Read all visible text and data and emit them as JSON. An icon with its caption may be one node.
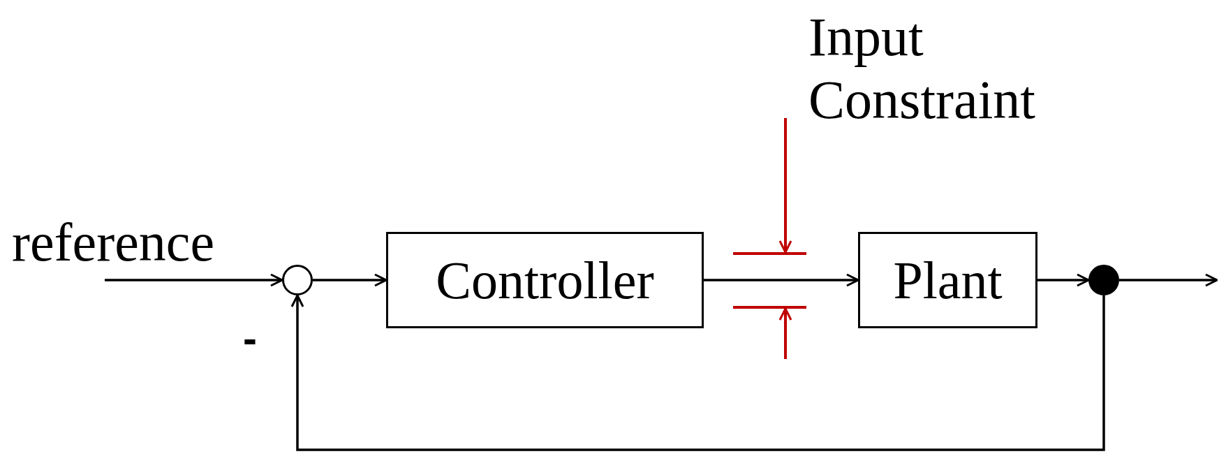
{
  "diagram": {
    "nodes": [
      {
        "text": [],
        "shape": "circle"
      },
      {
        "text": [
          "Controller"
        ]
      },
      {
        "text": [
          "Plant"
        ]
      },
      {
        "text": [],
        "shape": "circle"
      }
    ],
    "edges": [
      {
        "from": null,
        "to": 0,
        "arrow": "to",
        "label": "reference"
      },
      {
        "from": 0,
        "to": 1,
        "arrow": "to"
      },
      {
        "from": 1,
        "to": 2,
        "arrow": "to"
      },
      {
        "from": 2,
        "to": 3,
        "arrow": "to"
      },
      {
        "from": 3,
        "to": null,
        "arrow": "to"
      },
      {
        "from": 3,
        "to": 0,
        "arrow": "to"
      }
    ],
    "labels": [
      "Input Constraint",
      "-"
    ]
  }
}
